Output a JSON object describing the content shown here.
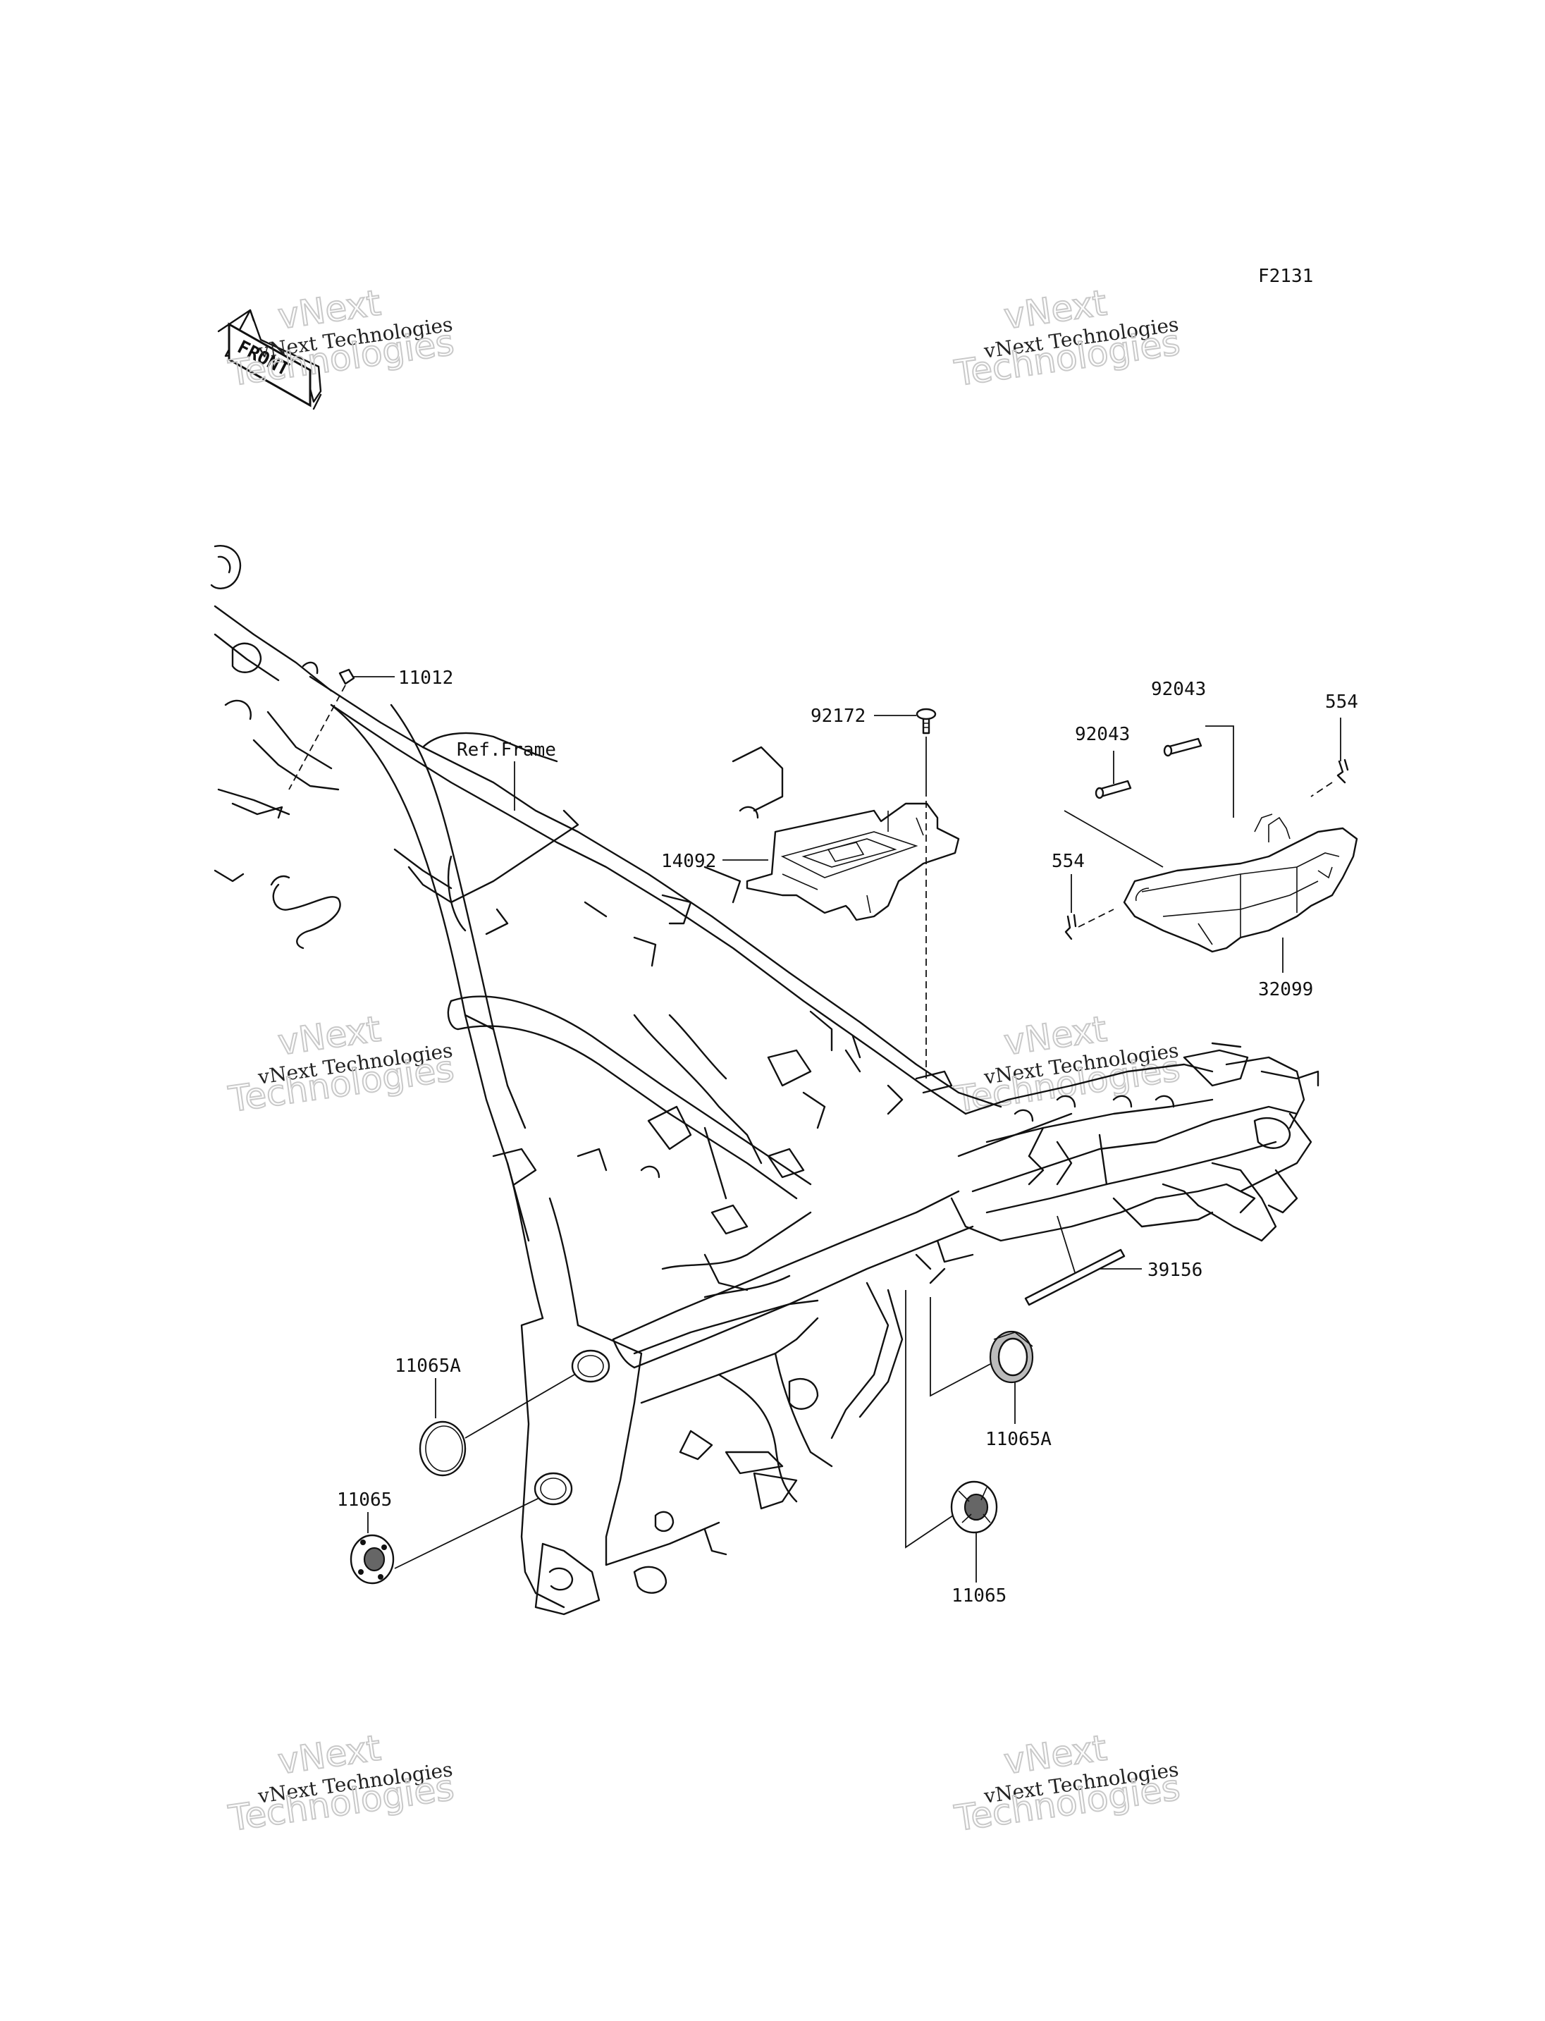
{
  "figure_code": "F2131",
  "front_badge": "FRONT",
  "ref_label": "Ref.Frame",
  "watermark": {
    "line1": "vNext Technologies",
    "line2": "vNext",
    "line3": "Technologies"
  },
  "parts": {
    "p11012": "11012",
    "p92172": "92172",
    "p14092": "14092",
    "p92043_a": "92043",
    "p92043_b": "92043",
    "p554_a": "554",
    "p554_b": "554",
    "p32099": "32099",
    "p39156": "39156",
    "p11065A_left": "11065A",
    "p11065A_right": "11065A",
    "p11065_left": "11065",
    "p11065_right": "11065"
  }
}
